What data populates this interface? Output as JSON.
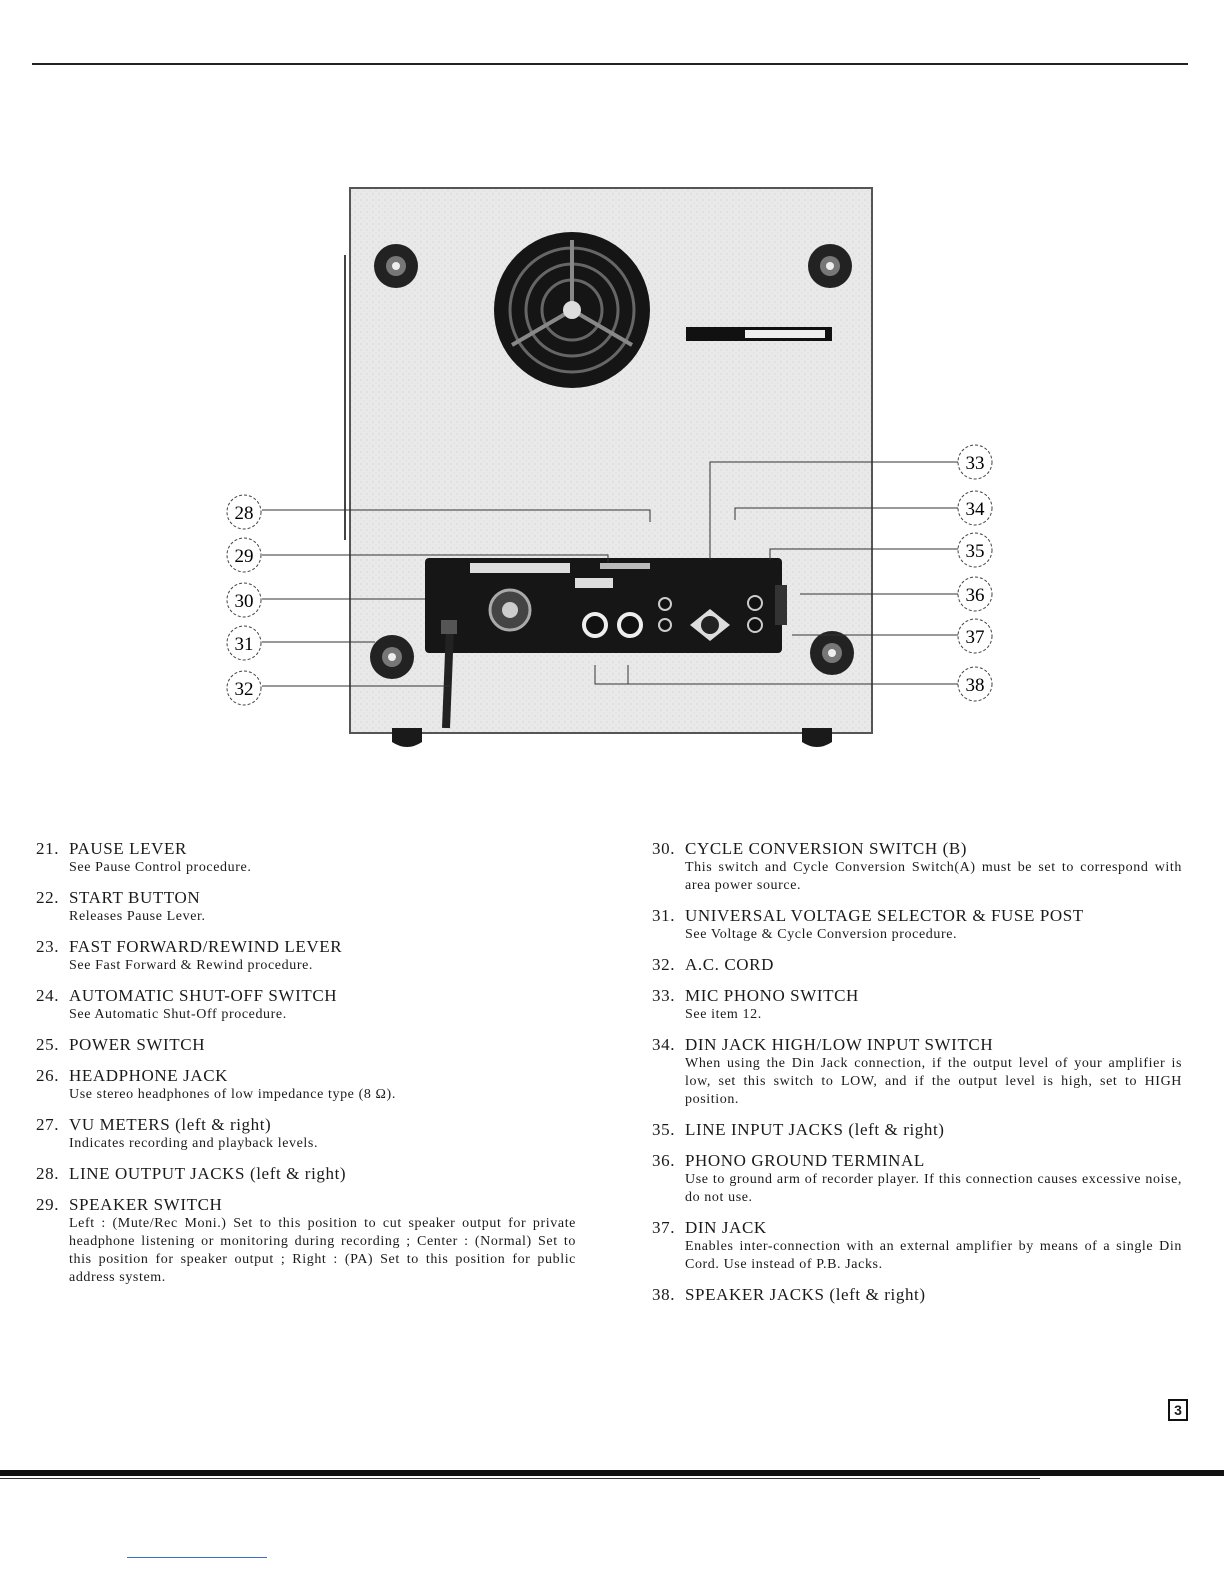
{
  "figure": {
    "callouts_left": [
      "28",
      "29",
      "30",
      "31",
      "32"
    ],
    "callouts_right": [
      "33",
      "34",
      "35",
      "36",
      "37",
      "38"
    ]
  },
  "left_items": [
    {
      "number": "21.",
      "title": "PAUSE LEVER",
      "description": "See Pause Control procedure."
    },
    {
      "number": "22.",
      "title": "START BUTTON",
      "description": "Releases Pause Lever."
    },
    {
      "number": "23.",
      "title": "FAST FORWARD/REWIND LEVER",
      "description": "See Fast Forward & Rewind procedure."
    },
    {
      "number": "24.",
      "title": "AUTOMATIC SHUT-OFF SWITCH",
      "description": "See Automatic Shut-Off procedure."
    },
    {
      "number": "25.",
      "title": "POWER SWITCH",
      "description": ""
    },
    {
      "number": "26.",
      "title": "HEADPHONE JACK",
      "description": "Use stereo headphones of low impedance type (8 Ω)."
    },
    {
      "number": "27.",
      "title": "VU METERS (left & right)",
      "description": "Indicates recording and playback levels."
    },
    {
      "number": "28.",
      "title": "LINE OUTPUT JACKS (left & right)",
      "description": ""
    },
    {
      "number": "29.",
      "title": "SPEAKER SWITCH",
      "description": "Left : (Mute/Rec Moni.) Set to this position to cut speaker output for private headphone listening or monitoring during recording ; Center : (Normal) Set to this position for speaker output ; Right : (PA) Set to this position for public address system."
    }
  ],
  "right_items": [
    {
      "number": "30.",
      "title": "CYCLE CONVERSION SWITCH (B)",
      "description": "This switch and Cycle Conversion Switch(A) must be set to correspond with area power source."
    },
    {
      "number": "31.",
      "title": "UNIVERSAL VOLTAGE SELECTOR & FUSE POST",
      "description": "See Voltage & Cycle Conversion procedure."
    },
    {
      "number": "32.",
      "title": "A.C. CORD",
      "description": ""
    },
    {
      "number": "33.",
      "title": "MIC PHONO SWITCH",
      "description": "See item 12."
    },
    {
      "number": "34.",
      "title": "DIN JACK HIGH/LOW INPUT SWITCH",
      "description": "When using the Din Jack connection, if the output level of your amplifier is low, set this switch to LOW, and if the output level is high, set to HIGH position."
    },
    {
      "number": "35.",
      "title": "LINE INPUT JACKS (left & right)",
      "description": ""
    },
    {
      "number": "36.",
      "title": "PHONO GROUND TERMINAL",
      "description": "Use to ground arm of recorder player. If this connection causes excessive noise, do not use."
    },
    {
      "number": "37.",
      "title": "DIN JACK",
      "description": "Enables inter-connection with an external amplifier by means of a single Din Cord. Use instead of P.B. Jacks."
    },
    {
      "number": "38.",
      "title": "SPEAKER JACKS (left & right)",
      "description": ""
    }
  ],
  "page_number": "3"
}
